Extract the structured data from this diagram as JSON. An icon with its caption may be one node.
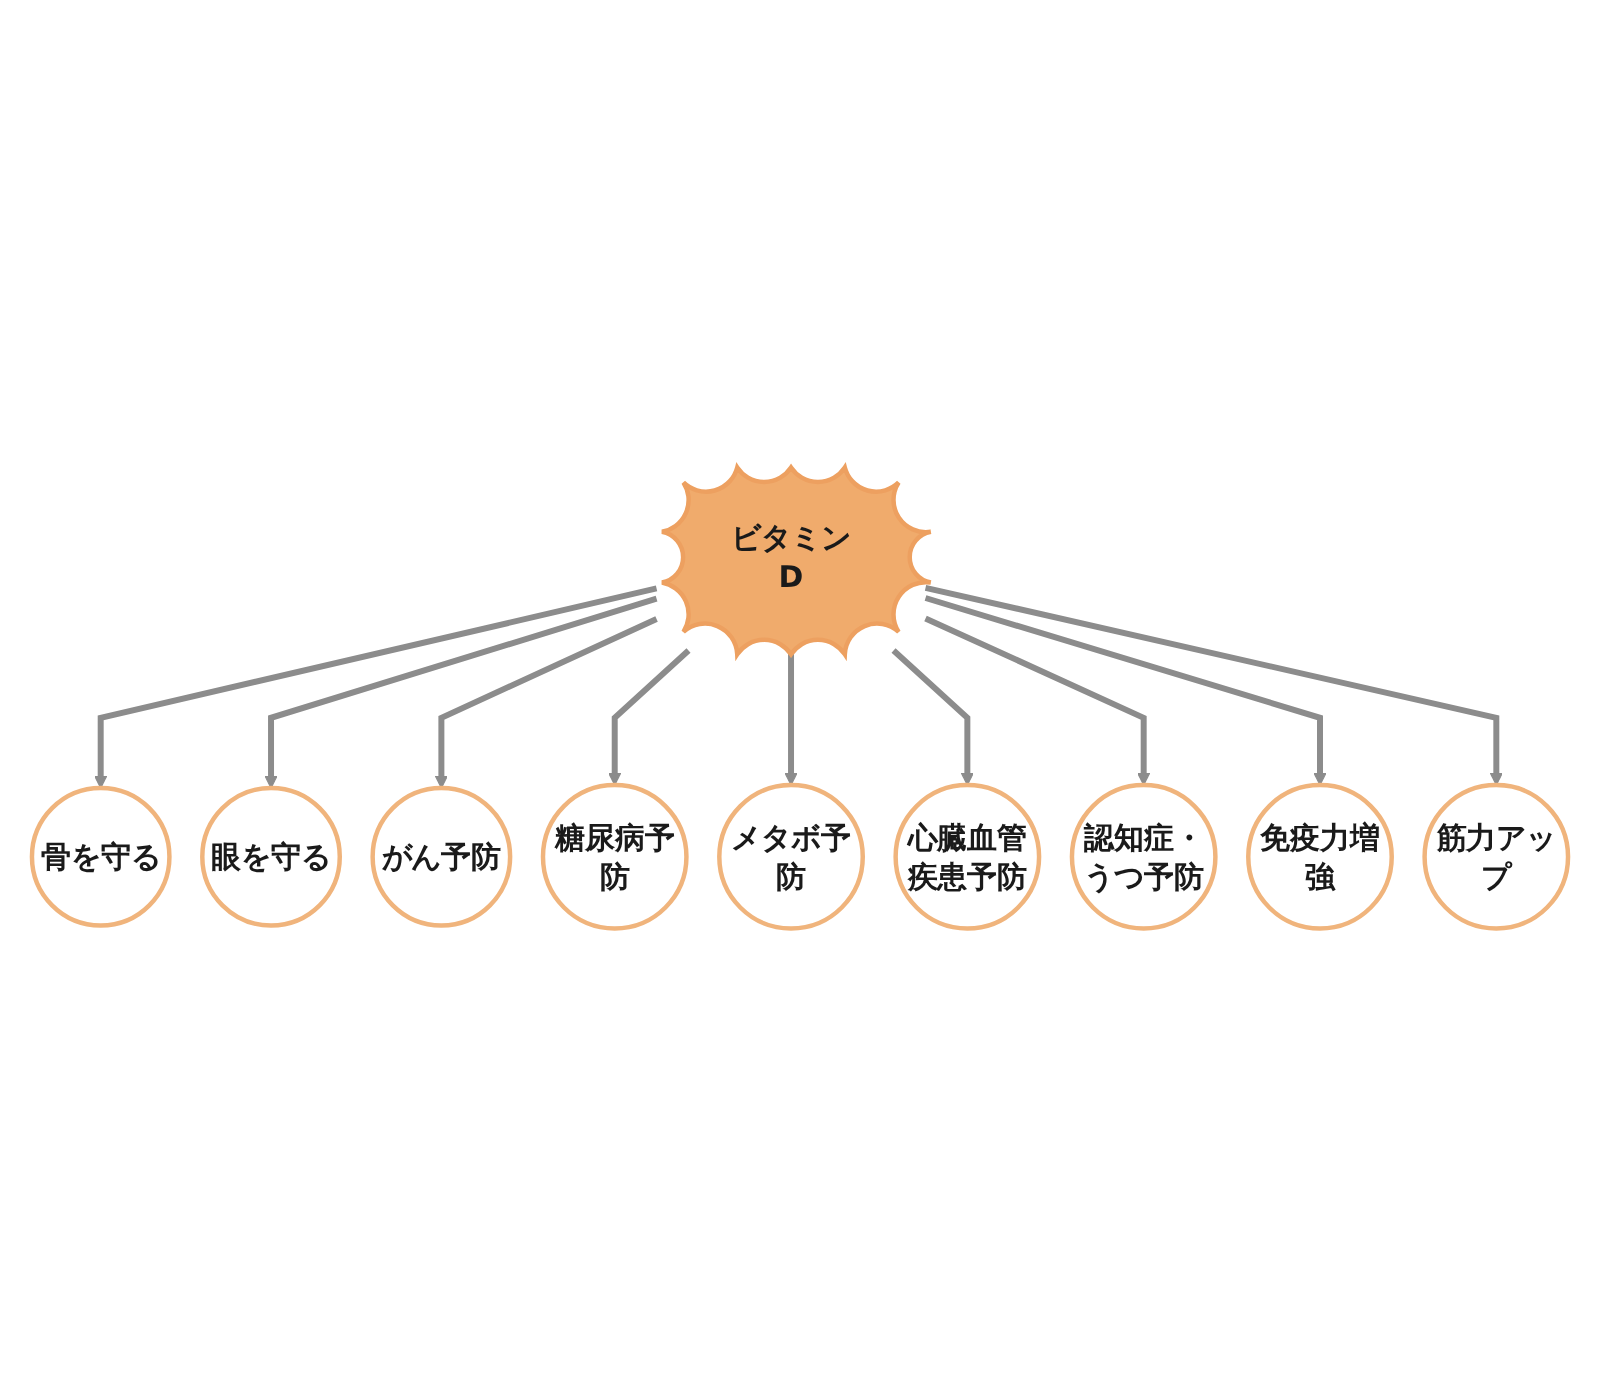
{
  "diagram": {
    "nodes": [
      {
        "text": [
          "ビタミンD"
        ]
      },
      {
        "text": [
          "骨を守る"
        ]
      },
      {
        "text": [
          "眼を守る"
        ]
      },
      {
        "text": [
          "がん予防"
        ]
      },
      {
        "text": [
          "糖尿病予防"
        ]
      },
      {
        "text": [
          "メタボ予防"
        ]
      },
      {
        "text": [
          "心臓血管疾患予防"
        ]
      },
      {
        "text": [
          "認知症・うつ予防"
        ]
      },
      {
        "text": [
          "免疫力増強"
        ]
      },
      {
        "text": [
          "筋力アップ"
        ]
      }
    ],
    "edges": [
      {
        "from": 0,
        "to": 1,
        "arrow": "to"
      },
      {
        "from": 0,
        "to": 2,
        "arrow": "to"
      },
      {
        "from": 0,
        "to": 3,
        "arrow": "to"
      },
      {
        "from": 0,
        "to": 4,
        "arrow": "to"
      },
      {
        "from": 0,
        "to": 5,
        "arrow": "to"
      },
      {
        "from": 0,
        "to": 6,
        "arrow": "to"
      },
      {
        "from": 0,
        "to": 7,
        "arrow": "to"
      },
      {
        "from": 0,
        "to": 8,
        "arrow": "to"
      },
      {
        "from": 0,
        "to": 9,
        "arrow": "to"
      }
    ]
  }
}
